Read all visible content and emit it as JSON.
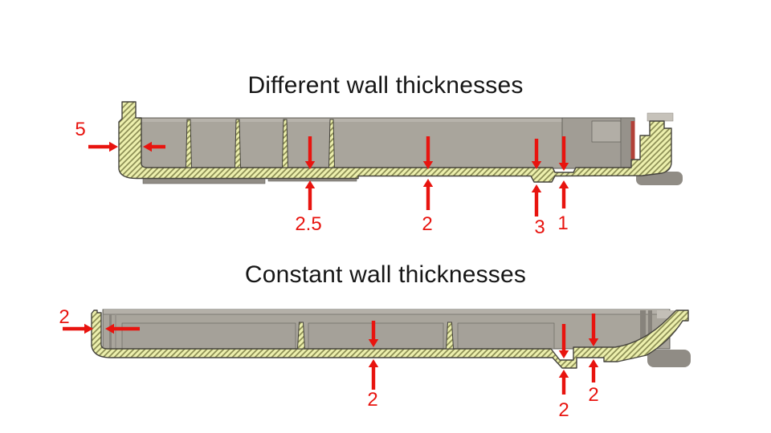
{
  "slide": {
    "background": "#ffffff"
  },
  "palette": {
    "annotation_red": "#e8140f",
    "hatch_fill": "#ecefad",
    "hatch_line": "#8c8e55",
    "body_gray": "#a9a59c",
    "body_gray_dark": "#908c85",
    "body_gray_light": "#b4b0a8",
    "seal_red": "#b24038",
    "outline": "#45433d",
    "title_color": "#161616"
  },
  "diagrams": [
    {
      "id": "different-wall-thicknesses",
      "title": "Different wall thicknesses",
      "annotations": [
        {
          "id": "left-wall",
          "label": "5"
        },
        {
          "id": "floor-left",
          "label": "2.5"
        },
        {
          "id": "floor-mid",
          "label": "2"
        },
        {
          "id": "floor-boss",
          "label": "3"
        },
        {
          "id": "floor-thin",
          "label": "1"
        }
      ]
    },
    {
      "id": "constant-wall-thicknesses",
      "title": "Constant wall thicknesses",
      "annotations": [
        {
          "id": "left-wall",
          "label": "2"
        },
        {
          "id": "floor-mid",
          "label": "2"
        },
        {
          "id": "floor-dip",
          "label": "2"
        },
        {
          "id": "floor-step",
          "label": "2"
        }
      ]
    }
  ]
}
